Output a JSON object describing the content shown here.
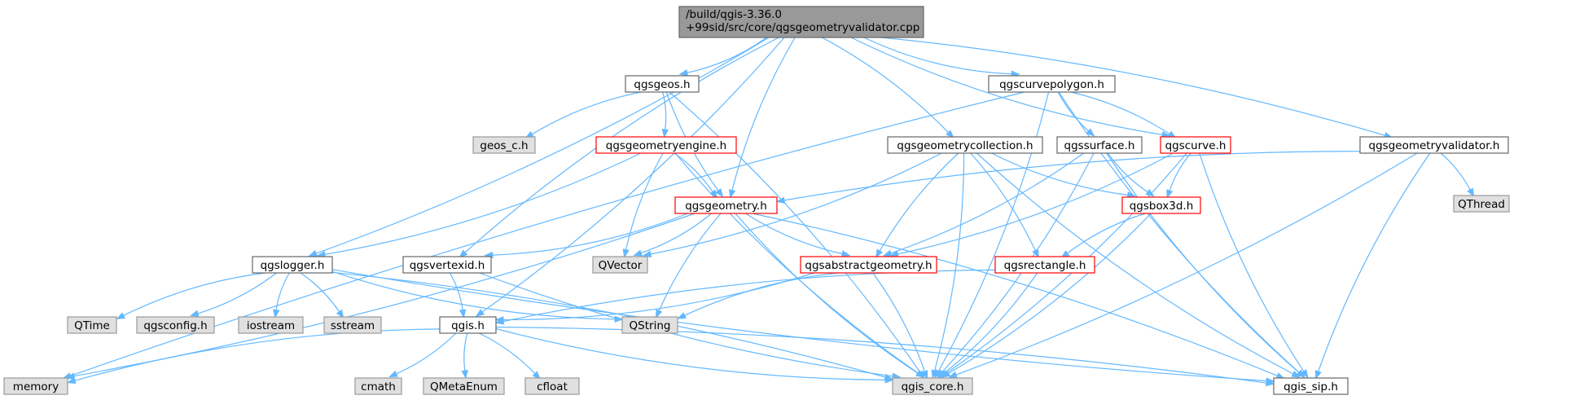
{
  "colors": {
    "root_fill": "#999999",
    "root_stroke": "#666666",
    "normal_fill": "#ffffff",
    "normal_stroke": "#666666",
    "highlight_stroke": "#ff0000",
    "external_fill": "#e0e0e0",
    "external_stroke": "#999999",
    "edge": "#63b8ff"
  },
  "nodes": [
    {
      "id": "root",
      "lines": [
        "/build/qgis-3.36.0",
        "+99sid/src/core/qgsgeometryvalidator.cpp"
      ],
      "kind": "root",
      "icon": "file-icon"
    },
    {
      "id": "qgsgeos_h",
      "lines": [
        "qgsgeos.h"
      ],
      "kind": "normal"
    },
    {
      "id": "qgscurvepolygon_h",
      "lines": [
        "qgscurvepolygon.h"
      ],
      "kind": "normal"
    },
    {
      "id": "geos_c_h",
      "lines": [
        "geos_c.h"
      ],
      "kind": "external"
    },
    {
      "id": "qgsgeometryengine_h",
      "lines": [
        "qgsgeometryengine.h"
      ],
      "kind": "highlight"
    },
    {
      "id": "qgsgeometrycollection_h",
      "lines": [
        "qgsgeometrycollection.h"
      ],
      "kind": "normal"
    },
    {
      "id": "qgssurface_h",
      "lines": [
        "qgssurface.h"
      ],
      "kind": "normal"
    },
    {
      "id": "qgscurve_h",
      "lines": [
        "qgscurve.h"
      ],
      "kind": "highlight"
    },
    {
      "id": "qgsgeometryvalidator_h",
      "lines": [
        "qgsgeometryvalidator.h"
      ],
      "kind": "normal"
    },
    {
      "id": "qthread",
      "lines": [
        "QThread"
      ],
      "kind": "external"
    },
    {
      "id": "qgsgeometry_h",
      "lines": [
        "qgsgeometry.h"
      ],
      "kind": "highlight"
    },
    {
      "id": "qgsbox3d_h",
      "lines": [
        "qgsbox3d.h"
      ],
      "kind": "highlight"
    },
    {
      "id": "qgslogger_h",
      "lines": [
        "qgslogger.h"
      ],
      "kind": "normal"
    },
    {
      "id": "qgsvertexid_h",
      "lines": [
        "qgsvertexid.h"
      ],
      "kind": "normal"
    },
    {
      "id": "qvector",
      "lines": [
        "QVector"
      ],
      "kind": "external"
    },
    {
      "id": "qgsabstractgeometry_h",
      "lines": [
        "qgsabstractgeometry.h"
      ],
      "kind": "highlight"
    },
    {
      "id": "qgsrectangle_h",
      "lines": [
        "qgsrectangle.h"
      ],
      "kind": "highlight"
    },
    {
      "id": "qtime",
      "lines": [
        "QTime"
      ],
      "kind": "external"
    },
    {
      "id": "qgsconfig_h",
      "lines": [
        "qgsconfig.h"
      ],
      "kind": "external"
    },
    {
      "id": "iostream",
      "lines": [
        "iostream"
      ],
      "kind": "external"
    },
    {
      "id": "sstream",
      "lines": [
        "sstream"
      ],
      "kind": "external"
    },
    {
      "id": "qstring",
      "lines": [
        "QString"
      ],
      "kind": "external"
    },
    {
      "id": "qgis_h",
      "lines": [
        "qgis.h"
      ],
      "kind": "normal"
    },
    {
      "id": "memory",
      "lines": [
        "memory"
      ],
      "kind": "external"
    },
    {
      "id": "cmath",
      "lines": [
        "cmath"
      ],
      "kind": "external"
    },
    {
      "id": "qmetaenum",
      "lines": [
        "QMetaEnum"
      ],
      "kind": "external"
    },
    {
      "id": "cfloat",
      "lines": [
        "cfloat"
      ],
      "kind": "external"
    },
    {
      "id": "qgis_core_h",
      "lines": [
        "qgis_core.h"
      ],
      "kind": "external"
    },
    {
      "id": "qgis_sip_h",
      "lines": [
        "qgis_sip.h"
      ],
      "kind": "normal"
    }
  ],
  "edges": [
    [
      "root",
      "qgsgeos_h"
    ],
    [
      "root",
      "qgscurvepolygon_h"
    ],
    [
      "root",
      "qgsgeometrycollection_h"
    ],
    [
      "root",
      "qgscurve_h"
    ],
    [
      "root",
      "qgsgeometryvalidator_h"
    ],
    [
      "root",
      "qgsgeometry_h"
    ],
    [
      "root",
      "qgslogger_h"
    ],
    [
      "root",
      "qgsvertexid_h"
    ],
    [
      "root",
      "qgis_h"
    ],
    [
      "qgsgeos_h",
      "geos_c_h"
    ],
    [
      "qgsgeos_h",
      "qgsgeometryengine_h"
    ],
    [
      "qgsgeos_h",
      "qgsgeometry_h"
    ],
    [
      "qgsgeos_h",
      "qgis_core_h"
    ],
    [
      "qgscurvepolygon_h",
      "qgssurface_h"
    ],
    [
      "qgscurvepolygon_h",
      "qgscurve_h"
    ],
    [
      "qgscurvepolygon_h",
      "memory"
    ],
    [
      "qgscurvepolygon_h",
      "qgis_core_h"
    ],
    [
      "qgscurvepolygon_h",
      "qgis_sip_h"
    ],
    [
      "qgsgeometryengine_h",
      "qgsgeometry_h"
    ],
    [
      "qgsgeometryengine_h",
      "qvector"
    ],
    [
      "qgsgeometryengine_h",
      "qgslogger_h"
    ],
    [
      "qgsgeometryengine_h",
      "qgis_core_h"
    ],
    [
      "qgsgeometrycollection_h",
      "qvector"
    ],
    [
      "qgsgeometrycollection_h",
      "qgsabstractgeometry_h"
    ],
    [
      "qgsgeometrycollection_h",
      "qgsrectangle_h"
    ],
    [
      "qgsgeometrycollection_h",
      "qgsbox3d_h"
    ],
    [
      "qgsgeometrycollection_h",
      "qgis_core_h"
    ],
    [
      "qgsgeometrycollection_h",
      "qgis_sip_h"
    ],
    [
      "qgssurface_h",
      "qgsabstractgeometry_h"
    ],
    [
      "qgssurface_h",
      "qgsbox3d_h"
    ],
    [
      "qgssurface_h",
      "qgis_core_h"
    ],
    [
      "qgssurface_h",
      "qgis_sip_h"
    ],
    [
      "qgscurve_h",
      "qgsabstractgeometry_h"
    ],
    [
      "qgscurve_h",
      "qgsbox3d_h"
    ],
    [
      "qgscurve_h",
      "qgis_core_h"
    ],
    [
      "qgscurve_h",
      "qgis_sip_h"
    ],
    [
      "qgsgeometryvalidator_h",
      "qthread"
    ],
    [
      "qgsgeometryvalidator_h",
      "qgsgeometry_h"
    ],
    [
      "qgsgeometryvalidator_h",
      "qgis_core_h"
    ],
    [
      "qgsgeometryvalidator_h",
      "qgis_sip_h"
    ],
    [
      "qgsgeometry_h",
      "qvector"
    ],
    [
      "qgsgeometry_h",
      "qgsabstractgeometry_h"
    ],
    [
      "qgsgeometry_h",
      "qgsvertexid_h"
    ],
    [
      "qgsgeometry_h",
      "qstring"
    ],
    [
      "qgsgeometry_h",
      "memory"
    ],
    [
      "qgsgeometry_h",
      "qgis_core_h"
    ],
    [
      "qgsgeometry_h",
      "qgis_sip_h"
    ],
    [
      "qgsbox3d_h",
      "qgsrectangle_h"
    ],
    [
      "qgsbox3d_h",
      "qgis_core_h"
    ],
    [
      "qgslogger_h",
      "qtime"
    ],
    [
      "qgslogger_h",
      "qgsconfig_h"
    ],
    [
      "qgslogger_h",
      "iostream"
    ],
    [
      "qgslogger_h",
      "sstream"
    ],
    [
      "qgslogger_h",
      "qstring"
    ],
    [
      "qgslogger_h",
      "qgis_core_h"
    ],
    [
      "qgslogger_h",
      "qgis_sip_h"
    ],
    [
      "qgsvertexid_h",
      "qgis_h"
    ],
    [
      "qgsvertexid_h",
      "qgis_core_h"
    ],
    [
      "qgsabstractgeometry_h",
      "qgis_h"
    ],
    [
      "qgsabstractgeometry_h",
      "qstring"
    ],
    [
      "qgsabstractgeometry_h",
      "qgis_core_h"
    ],
    [
      "qgsrectangle_h",
      "qgis_h"
    ],
    [
      "qgsrectangle_h",
      "qgis_core_h"
    ],
    [
      "qgis_h",
      "memory"
    ],
    [
      "qgis_h",
      "cmath"
    ],
    [
      "qgis_h",
      "qmetaenum"
    ],
    [
      "qgis_h",
      "cfloat"
    ],
    [
      "qgis_h",
      "qgis_core_h"
    ],
    [
      "qgis_h",
      "qgis_sip_h"
    ]
  ]
}
